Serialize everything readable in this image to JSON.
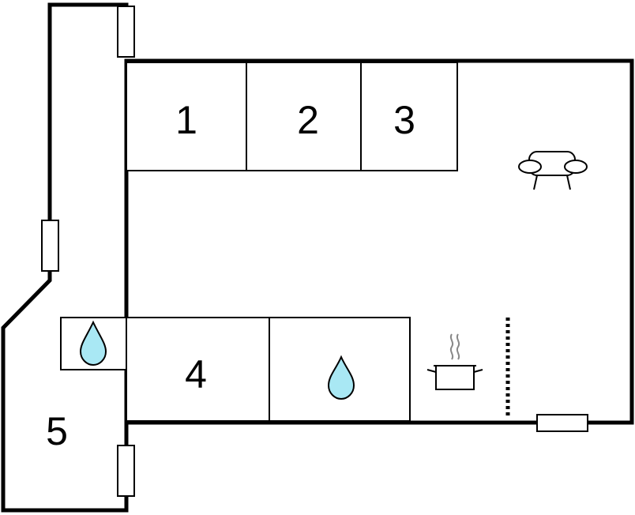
{
  "plan": {
    "rooms": [
      {
        "id": "r1",
        "label": "1"
      },
      {
        "id": "r2",
        "label": "2"
      },
      {
        "id": "r3",
        "label": "3"
      },
      {
        "id": "r4",
        "label": "4"
      },
      {
        "id": "r5",
        "label": "5"
      }
    ],
    "icons": {
      "sofa": "sofa-icon",
      "water": "water-drop-icon",
      "cooking": "cooking-pot-icon",
      "radiator": "radiator-icon"
    },
    "colors": {
      "wall": "#000000",
      "water": "#a9e8f4",
      "background": "#ffffff"
    }
  }
}
